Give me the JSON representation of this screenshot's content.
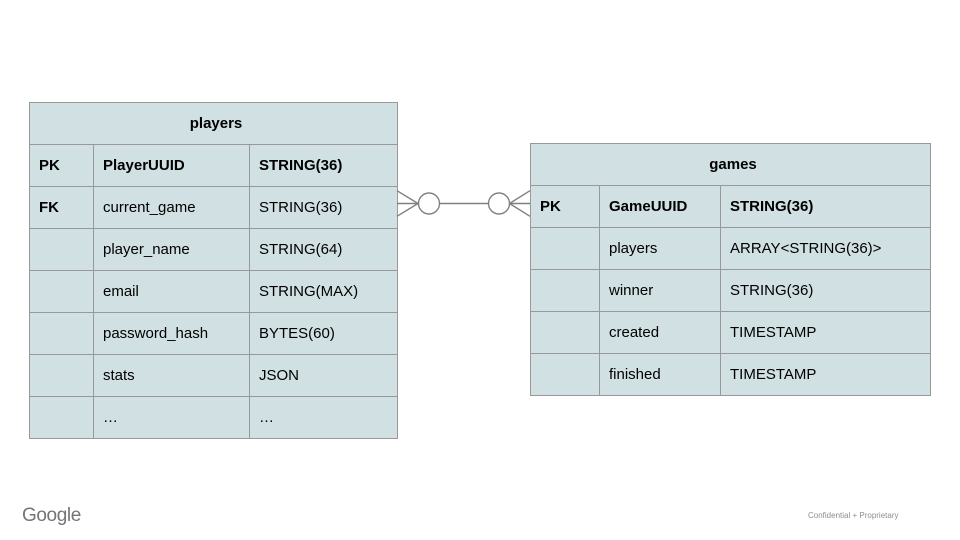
{
  "theme": {
    "cell_fill": "#d0e0e3",
    "border_color": "#999999",
    "line_color": "#808080",
    "text_color": "#000000",
    "logo_color": "#757575",
    "footer_color": "#8f8f8f"
  },
  "slide": {
    "logo_text": "Google",
    "footer_right": "Confidential + Proprietary"
  },
  "tables": {
    "players": {
      "title": "players",
      "rows": [
        {
          "key": "PK",
          "name": "PlayerUUID",
          "type": "STRING(36)"
        },
        {
          "key": "FK",
          "name": "current_game",
          "type": "STRING(36)"
        },
        {
          "key": "",
          "name": "player_name",
          "type": "STRING(64)"
        },
        {
          "key": "",
          "name": "email",
          "type": "STRING(MAX)"
        },
        {
          "key": "",
          "name": "password_hash",
          "type": "BYTES(60)"
        },
        {
          "key": "",
          "name": "stats",
          "type": "JSON"
        },
        {
          "key": "",
          "name": "…",
          "type": "…"
        }
      ]
    },
    "games": {
      "title": "games",
      "rows": [
        {
          "key": "PK",
          "name": "GameUUID",
          "type": "STRING(36)"
        },
        {
          "key": "",
          "name": "players",
          "type": "ARRAY<STRING(36)>"
        },
        {
          "key": "",
          "name": "winner",
          "type": "STRING(36)"
        },
        {
          "key": "",
          "name": "created",
          "type": "TIMESTAMP"
        },
        {
          "key": "",
          "name": "finished",
          "type": "TIMESTAMP"
        }
      ]
    }
  },
  "relationship": {
    "left_symbol": "zero-or-many (circle + crow's foot toward players)",
    "right_symbol": "zero-or-many (circle + crow's foot toward games)"
  }
}
